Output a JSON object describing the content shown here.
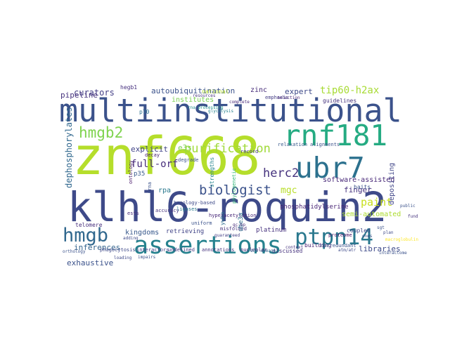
{
  "words": [
    {
      "text": "znf668",
      "color": "#b5de2b"
    },
    {
      "text": "klhl6-roquin2",
      "color": "#3e4a89"
    },
    {
      "text": "multiinstitutional",
      "color": "#3b528b"
    },
    {
      "text": "rnf181",
      "color": "#25ab82"
    },
    {
      "text": "ubr7",
      "color": "#2c718e"
    },
    {
      "text": "assertions",
      "color": "#26828e"
    },
    {
      "text": "ptpn14",
      "color": "#2a788e"
    },
    {
      "text": "hmgb",
      "color": "#31688e"
    },
    {
      "text": "hmgb2",
      "color": "#7fd34e"
    },
    {
      "text": "biologist",
      "color": "#3b528b"
    },
    {
      "text": "purification",
      "color": "#a0da39"
    },
    {
      "text": "herc2",
      "color": "#46337e"
    },
    {
      "text": "full-orf",
      "color": "#472d7b"
    },
    {
      "text": "paint",
      "color": "#c8e020"
    },
    {
      "text": "mgc",
      "color": "#b8de29"
    },
    {
      "text": "tip60-h2ax",
      "color": "#a8db34"
    },
    {
      "text": "curators",
      "color": "#433e85"
    },
    {
      "text": "autoubiquitination",
      "color": "#3b528b"
    },
    {
      "text": "explicit",
      "color": "#414487"
    },
    {
      "text": "expert",
      "color": "#3e4a89"
    },
    {
      "text": "finger",
      "color": "#46327e"
    },
    {
      "text": "semi-automated",
      "color": "#addc30"
    },
    {
      "text": "software-assisted",
      "color": "#482878"
    },
    {
      "text": "dephosphorylates",
      "color": "#31688e"
    },
    {
      "text": "kingdoms",
      "color": "#38598c"
    },
    {
      "text": "libraries",
      "color": "#3e4a89"
    },
    {
      "text": "inferences",
      "color": "#33638d"
    },
    {
      "text": "exhaustive",
      "color": "#3b528b"
    },
    {
      "text": "pipeline",
      "color": "#46337e"
    },
    {
      "text": "retrieving",
      "color": "#414487"
    },
    {
      "text": "rpa",
      "color": "#2a788e"
    },
    {
      "text": "platinum",
      "color": "#46327e"
    },
    {
      "text": "phosphatidylserine",
      "color": "#482475"
    },
    {
      "text": "e3s",
      "color": "#7ad151"
    },
    {
      "text": "zinc",
      "color": "#472c7a"
    },
    {
      "text": "baits",
      "color": "#3b528b"
    },
    {
      "text": "depositing",
      "color": "#404688"
    },
    {
      "text": "coupled",
      "color": "#3f4788"
    },
    {
      "text": "building",
      "color": "#482173"
    },
    {
      "text": "discussed",
      "color": "#46327e"
    },
    {
      "text": "interactors",
      "color": "#433e85"
    },
    {
      "text": "undefined",
      "color": "#453781"
    },
    {
      "text": "annotations",
      "color": "#46337e"
    },
    {
      "text": "phagocytosis",
      "color": "#3e4989"
    },
    {
      "text": "nucleolar",
      "color": "#482576"
    },
    {
      "text": "uniform",
      "color": "#3b528b"
    },
    {
      "text": "misfolded",
      "color": "#46327e"
    },
    {
      "text": "ontology",
      "color": "#48186a"
    },
    {
      "text": "telomere",
      "color": "#472f7d"
    },
    {
      "text": "homology-based",
      "color": "#3e4a89"
    },
    {
      "text": "degrade",
      "color": "#3b528b"
    },
    {
      "text": "decay",
      "color": "#482071"
    },
    {
      "text": "p35",
      "color": "#375a8c"
    },
    {
      "text": "p70",
      "color": "#2c718e"
    },
    {
      "text": "accuracy",
      "color": "#46337e"
    },
    {
      "text": "institutes",
      "color": "#7ad151"
    },
    {
      "text": "hegb1",
      "color": "#46307e"
    },
    {
      "text": "emphasis",
      "color": "#433d84"
    },
    {
      "text": "relaxation",
      "color": "#38598c"
    },
    {
      "text": "alignments",
      "color": "#3b528b"
    },
    {
      "text": "guidelines",
      "color": "#46337e"
    },
    {
      "text": "record",
      "color": "#453781"
    },
    {
      "text": "proteome",
      "color": "#471365"
    },
    {
      "text": "hyperacetylation",
      "color": "#482878"
    },
    {
      "text": "strengths",
      "color": "#25848e"
    },
    {
      "text": "ube3a",
      "color": "#2d708e"
    },
    {
      "text": "ywha",
      "color": "#2e6e8e"
    },
    {
      "text": "rrna",
      "color": "#3b528b"
    },
    {
      "text": "ligases",
      "color": "#2a788e"
    },
    {
      "text": "ests",
      "color": "#472c7a"
    },
    {
      "text": "national",
      "color": "#b5de2b"
    },
    {
      "text": "atm/atr",
      "color": "#3e4a89"
    },
    {
      "text": "orthology",
      "color": "#3b528b"
    },
    {
      "text": "interactome",
      "color": "#3b528b"
    },
    {
      "text": "selection",
      "color": "#482878"
    },
    {
      "text": "context",
      "color": "#46337e"
    },
    {
      "text": "phylogenetic",
      "color": "#35b779"
    },
    {
      "text": "loading",
      "color": "#3e4a89"
    },
    {
      "text": "adding",
      "color": "#3e4a89"
    },
    {
      "text": "impairs",
      "color": "#3b528b"
    },
    {
      "text": "public",
      "color": "#3b528b"
    },
    {
      "text": "fund",
      "color": "#46337e"
    },
    {
      "text": "guaranteed",
      "color": "#433e85"
    },
    {
      "text": "macroglobulin",
      "color": "#fde725"
    },
    {
      "text": "plan",
      "color": "#3e4a89"
    },
    {
      "text": "sgt",
      "color": "#3b528b"
    },
    {
      "text": "nonredundant",
      "color": "#3b528b"
    },
    {
      "text": "dna damage",
      "color": "#31688e"
    },
    {
      "text": "glycolysis",
      "color": "#26828e"
    },
    {
      "text": "rna processing",
      "color": "#21918c"
    },
    {
      "text": "gc-bp",
      "color": "#472c7a"
    },
    {
      "text": "resources",
      "color": "#46337e"
    },
    {
      "text": "complete",
      "color": "#482878"
    },
    {
      "text": "ones",
      "color": "#3b528b"
    }
  ]
}
